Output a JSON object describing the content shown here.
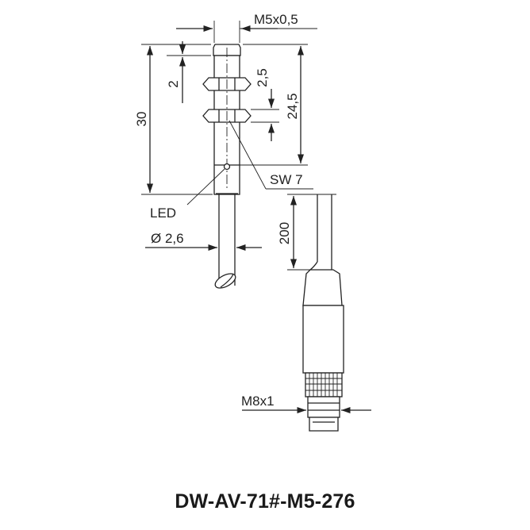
{
  "drawing": {
    "labels": {
      "thread_top": "M5x0,5",
      "thread_dim": "2",
      "nut_height": "2,5",
      "thread_length": "24,5",
      "total_length": "30",
      "wrench_size": "SW 7",
      "led": "LED",
      "cable_diameter": "Ø 2,6",
      "cable_length": "200",
      "connector_thread": "M8x1"
    },
    "model": "DW-AV-71#-M5-276"
  }
}
